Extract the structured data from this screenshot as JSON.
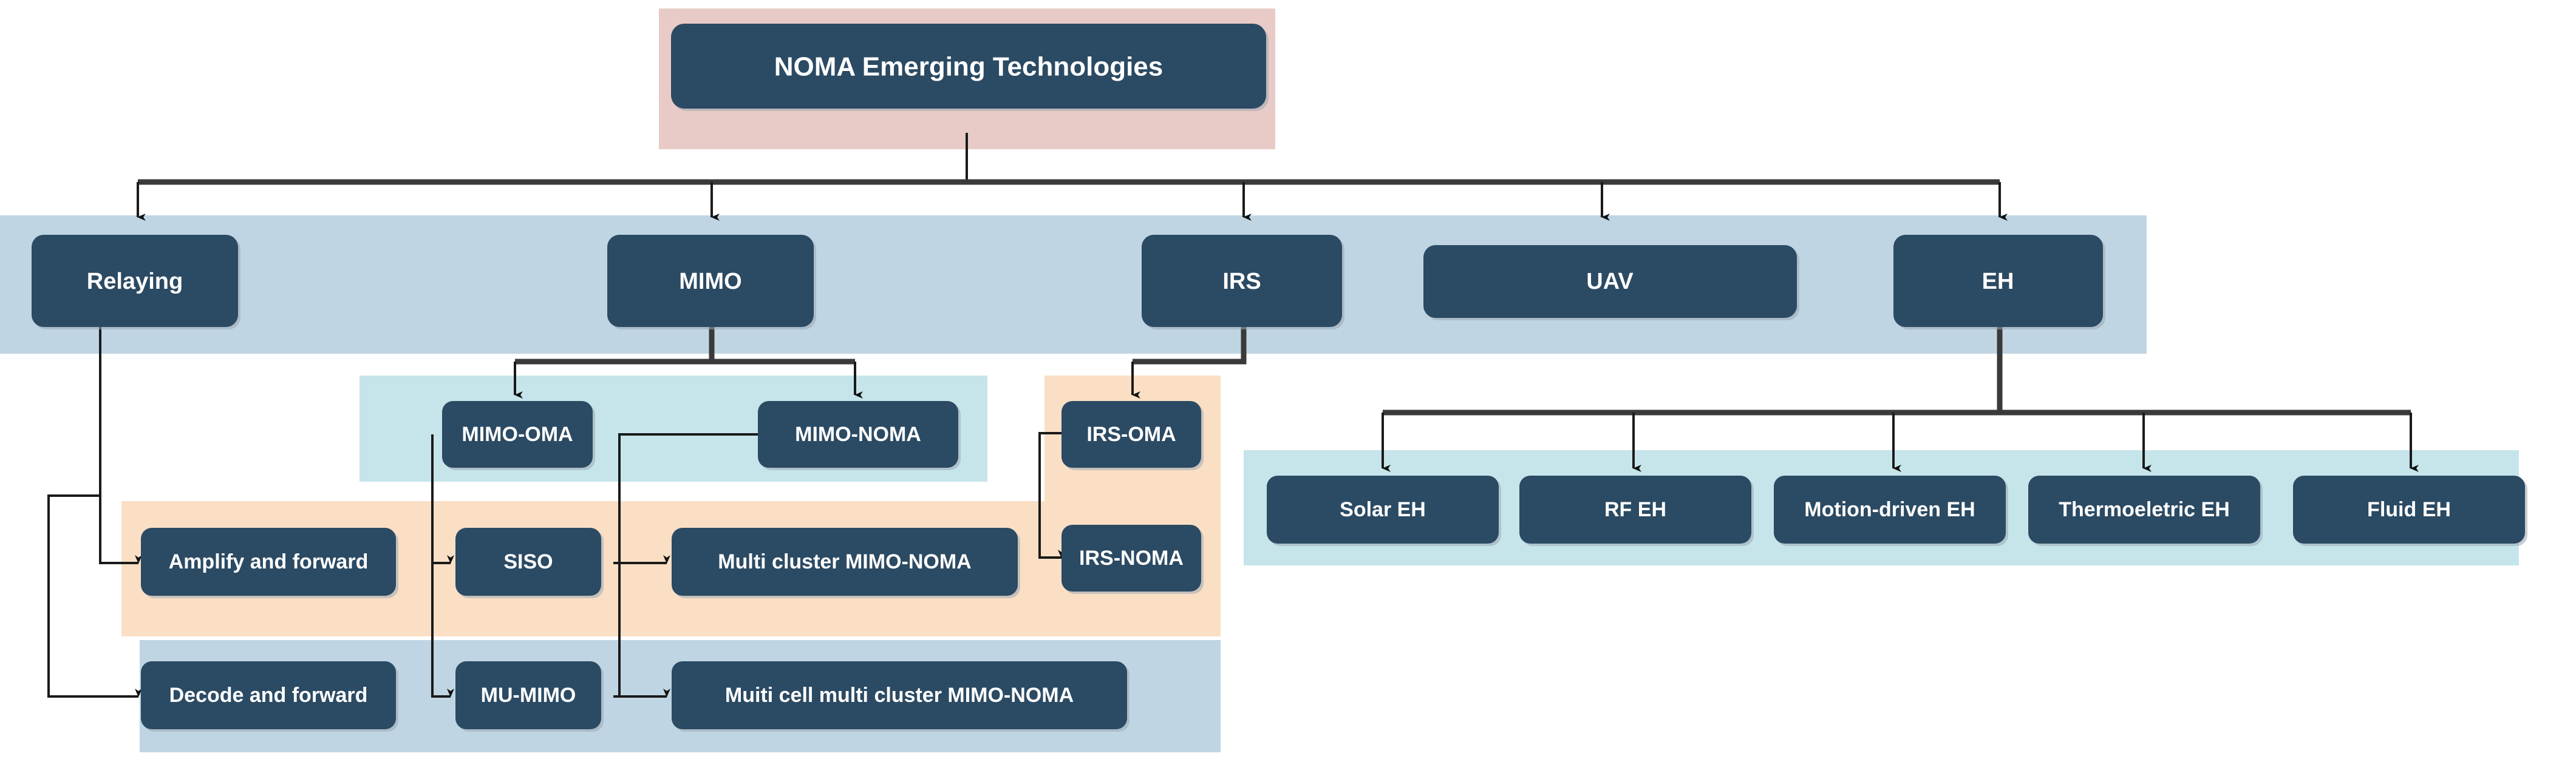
{
  "diagram": {
    "title": "NOMA Emerging Technologies taxonomy",
    "root": {
      "label": "NOMA Emerging Technologies"
    },
    "level2": [
      {
        "label": "Relaying"
      },
      {
        "label": "MIMO"
      },
      {
        "label": "IRS"
      },
      {
        "label": "UAV"
      },
      {
        "label": "EH"
      }
    ],
    "mimo_branch": [
      {
        "label": "MIMO-OMA"
      },
      {
        "label": "MIMO-NOMA"
      }
    ],
    "irs_branch": [
      {
        "label": "IRS-OMA"
      },
      {
        "label": "IRS-NOMA"
      }
    ],
    "eh_branch": [
      {
        "label": "Solar EH"
      },
      {
        "label": "RF EH"
      },
      {
        "label": "Motion-driven EH"
      },
      {
        "label": "Thermoeletric EH"
      },
      {
        "label": "Fluid EH"
      }
    ],
    "relaying_branch": [
      {
        "label": "Amplify and forward"
      },
      {
        "label": "Decode and forward"
      }
    ],
    "mimo_oma_branch": [
      {
        "label": "SISO"
      },
      {
        "label": "MU-MIMO"
      }
    ],
    "mimo_noma_branch": [
      {
        "label": "Multi cluster MIMO-NOMA"
      },
      {
        "label": "Muiti cell multi cluster MIMO-NOMA"
      }
    ],
    "colors": {
      "node_fill": "#2b4a63",
      "node_text": "#ffffff",
      "band_pink": "#e8cbc6",
      "band_blue": "#bfd5e3",
      "band_cyan": "#c5e5ea",
      "band_peach": "#fadfc5",
      "connector": "#1a1a1a",
      "page_background": "#ffffff"
    }
  }
}
